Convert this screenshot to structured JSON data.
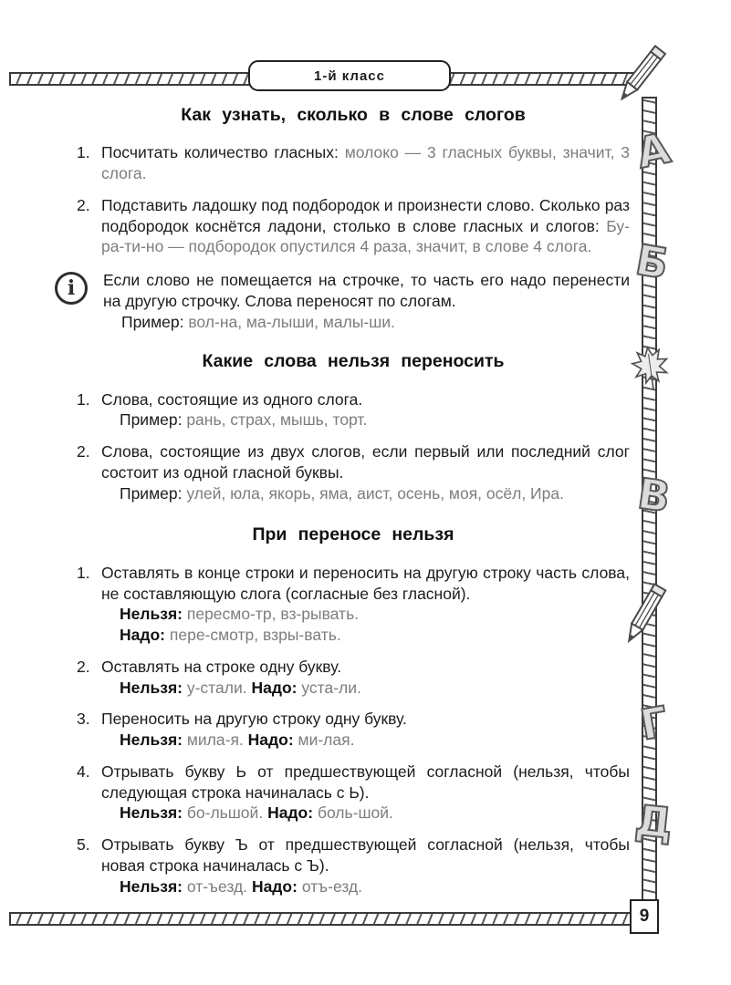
{
  "page": {
    "badge": "1-й класс",
    "page_number": "9"
  },
  "margin": {
    "letter_a": "А",
    "letter_b": "Б",
    "letter_v": "В",
    "letter_g": "Г",
    "letter_d": "Д"
  },
  "info_icon_glyph": "i",
  "section1": {
    "heading": "Как узнать, сколько в слове слогов",
    "items": [
      {
        "num": "1.",
        "text": "Посчитать количество гласных:",
        "example": "молоко — 3 гласных буквы, значит, 3 слога."
      },
      {
        "num": "2.",
        "text": "Подставить ладошку под подбородок и произнести слово. Сколько раз подбородок коснётся ладони, столько в слове гласных и слогов:",
        "example": "Бу-ра-ти-но — подбородок опустился 4 раза, значит, в слове 4 слога."
      }
    ]
  },
  "note": {
    "text": "Если слово не помещается на строчке, то часть его надо перенести на другую строчку. Слова переносят по слогам.",
    "example_label": "Пример:",
    "example": "вол-на, ма-лыши, малы-ши."
  },
  "section2": {
    "heading": "Какие слова нельзя переносить",
    "items": [
      {
        "num": "1.",
        "text": "Слова, состоящие из одного слога.",
        "example_label": "Пример:",
        "example": "рань, страх, мышь, торт."
      },
      {
        "num": "2.",
        "text": "Слова, состоящие из двух слогов, если первый или последний слог состоит из одной гласной буквы.",
        "example_label": "Пример:",
        "example": "улей, юла, якорь, яма, аист, осень, моя, осёл, Ира."
      }
    ]
  },
  "section3": {
    "heading": "При переносе нельзя",
    "items": [
      {
        "num": "1.",
        "text": "Оставлять в конце строки и переносить на другую строку часть слова, не составляющую слога (согласные без гласной).",
        "lines": [
          [
            {
              "label": "Нельзя:",
              "value": "пересмо-тр, вз-рывать."
            }
          ],
          [
            {
              "label": "Надо:",
              "value": "пере-смотр, взры-вать."
            }
          ]
        ]
      },
      {
        "num": "2.",
        "text": "Оставлять на строке одну букву.",
        "lines": [
          [
            {
              "label": "Нельзя:",
              "value": "у-стали."
            },
            {
              "label": "Надо:",
              "value": "уста-ли."
            }
          ]
        ]
      },
      {
        "num": "3.",
        "text": "Переносить на другую строку одну букву.",
        "lines": [
          [
            {
              "label": "Нельзя:",
              "value": "мила-я."
            },
            {
              "label": "Надо:",
              "value": "ми-лая."
            }
          ]
        ]
      },
      {
        "num": "4.",
        "text": "Отрывать букву Ь от предшествующей согласной (нельзя, чтобы следующая строка начиналась с Ь).",
        "lines": [
          [
            {
              "label": "Нельзя:",
              "value": "бо-льшой."
            },
            {
              "label": "Надо:",
              "value": "боль-шой."
            }
          ]
        ]
      },
      {
        "num": "5.",
        "text": "Отрывать букву Ъ от предшествующей согласной (нельзя, чтобы новая строка начиналась с Ъ).",
        "lines": [
          [
            {
              "label": "Нельзя:",
              "value": "от-ъезд."
            },
            {
              "label": "Надо:",
              "value": "отъ-езд."
            }
          ]
        ]
      }
    ]
  }
}
